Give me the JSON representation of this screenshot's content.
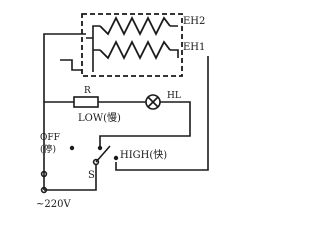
{
  "diagram": {
    "heater_labels": {
      "eh2": "EH2",
      "eh1": "EH1"
    },
    "resistor_label": "R",
    "lamp_label": "HL",
    "switch": {
      "low_label": "LOW(慢)",
      "off_label": "OFF",
      "off_sub_label": "(停)",
      "high_label": "HIGH(快)",
      "switch_label": "S"
    },
    "supply_label": "~220V"
  }
}
